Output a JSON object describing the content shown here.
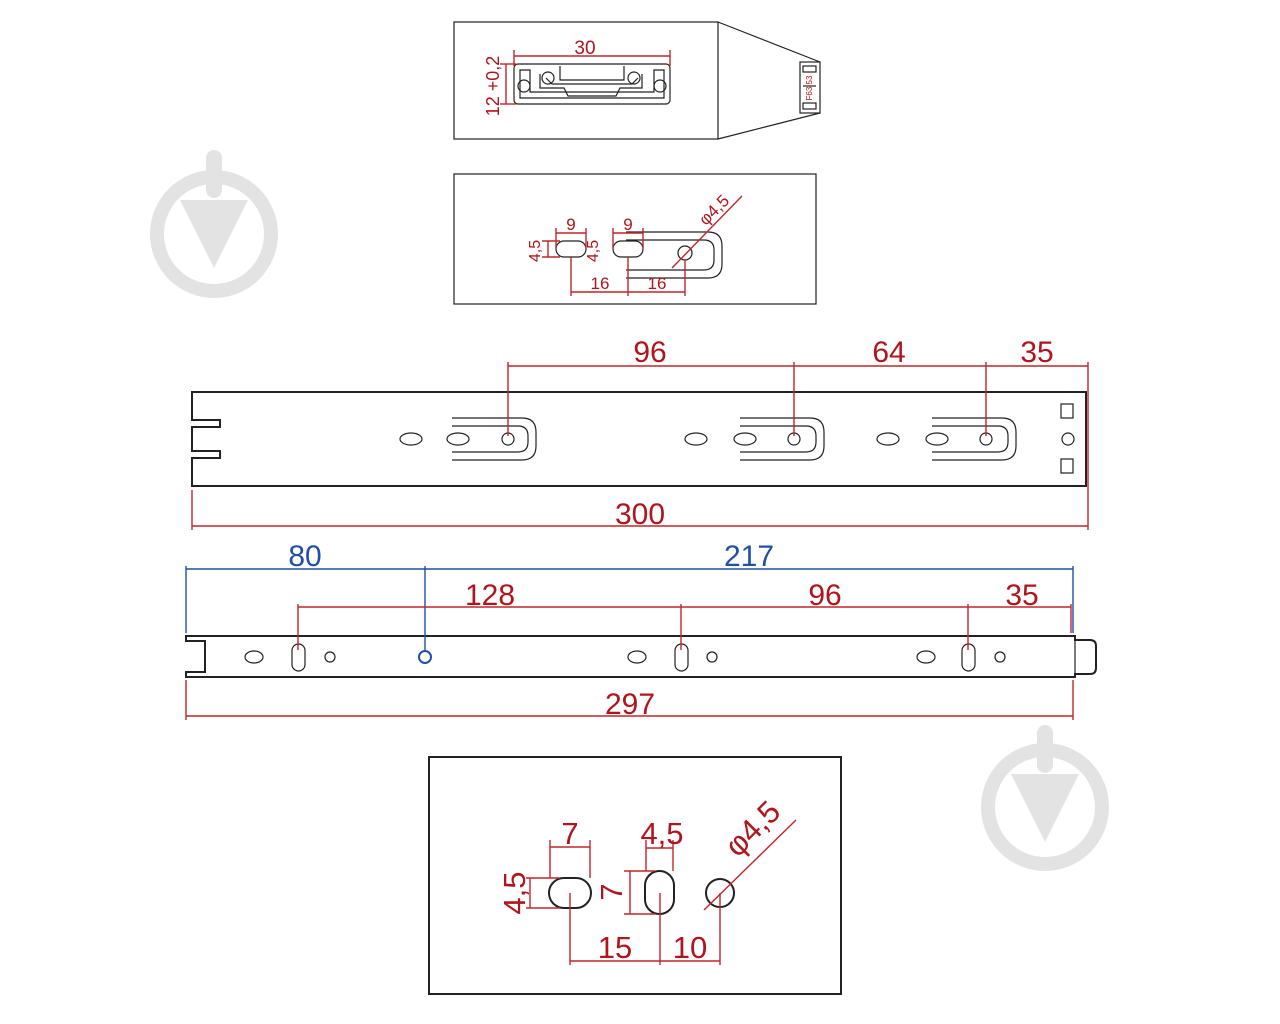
{
  "colors": {
    "dimension_red": "#b0141c",
    "dimension_blue": "#1f4fa8",
    "outline": "#222222",
    "watermark": "#e3e3e3"
  },
  "icons": [
    "watermark-logo-icon"
  ],
  "profile_view": {
    "width_label": "30",
    "height_label": "12 +0,2",
    "side_label": "F63 53"
  },
  "end_detail": {
    "slot_width_left": "9",
    "slot_width_right": "9",
    "slot_height_left": "4,5",
    "slot_height_mid": "4,5",
    "hole_label": "φ4,5",
    "spacing_left": "16",
    "spacing_right": "16"
  },
  "outer_rail": {
    "dim_96": "96",
    "dim_64": "64",
    "dim_35": "35",
    "length": "300"
  },
  "inner_rail": {
    "dim_80": "80",
    "dim_217": "217",
    "dim_128": "128",
    "dim_96": "96",
    "dim_35": "35",
    "length": "297"
  },
  "hole_detail": {
    "slot_width": "7",
    "slot_height": "4,5",
    "vslot_width": "4,5",
    "vslot_height": "7",
    "hole_label": "φ4,5",
    "spacing_left": "15",
    "spacing_right": "10"
  }
}
